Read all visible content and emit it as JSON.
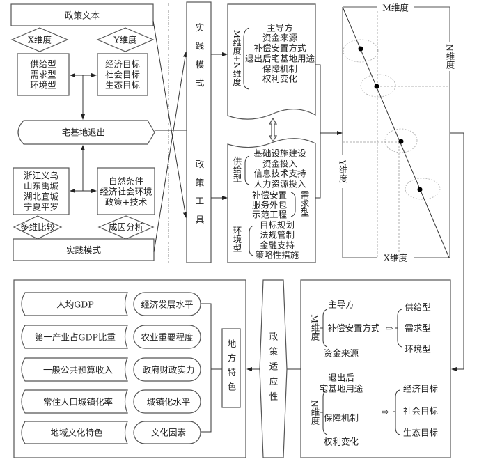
{
  "left_panel": {
    "policy_text": "政策文本",
    "x_dim": "X维度",
    "y_dim": "Y维度",
    "x_types": [
      "供给型",
      "需求型",
      "环境型"
    ],
    "y_goals": [
      "经济目标",
      "社会目标",
      "生态目标"
    ],
    "center": "宅基地退出",
    "cases": [
      "浙江义乌",
      "山东禹城",
      "湖北宜城",
      "宁夏平罗"
    ],
    "factors": [
      "自然条件",
      "经济社会环境",
      "政策+技术"
    ],
    "compare": "多维比较",
    "cause": "成因分析",
    "practice": "实践模式"
  },
  "column": {
    "top": "实践模式",
    "bottom": "政策工具"
  },
  "top_doc": {
    "dim_label": "M维度+N维度",
    "items": [
      "主导方",
      "资金来源",
      "补偿安置方式",
      "退出后宅基地用途",
      "保障机制",
      "权利变化"
    ]
  },
  "bottom_doc": {
    "supply_label": "供给型",
    "supply_items": [
      "基础设施建设",
      "资金投入",
      "信息技术支持",
      "人力资源投入"
    ],
    "demand_label": "需求型",
    "demand_items": [
      "补偿安置",
      "服务外包",
      "示范工程"
    ],
    "env_label": "环境型",
    "env_items": [
      "目标规划",
      "法规管制",
      "金融支持",
      "策略性措施"
    ]
  },
  "matrix": {
    "m": "M维度",
    "n": "N维度",
    "y": "Y维度",
    "x": "X维度"
  },
  "mapping": {
    "m_label": "M维度",
    "m_items": [
      "主导方",
      "补偿安置方式",
      "资金来源"
    ],
    "m_targets": [
      "供给型",
      "需求型",
      "环境型"
    ],
    "n_label": "N维度",
    "n_items": [
      "退出后",
      "宅基地用途",
      "保障机制",
      "权利变化"
    ],
    "n_targets": [
      "经济目标",
      "社会目标",
      "生态目标"
    ],
    "arrow": "⇨"
  },
  "adaptability": "政策适应性",
  "local": {
    "title": "地方特色",
    "rows": [
      {
        "indicator": "人均GDP",
        "factor": "经济发展水平"
      },
      {
        "indicator": "第一产业占GDP比重",
        "factor": "农业重要程度"
      },
      {
        "indicator": "一般公共预算收入",
        "factor": "政府财政实力"
      },
      {
        "indicator": "常住人口城镇化率",
        "factor": "城镇化水平"
      },
      {
        "indicator": "地域文化特色",
        "factor": "文化因素"
      }
    ]
  }
}
